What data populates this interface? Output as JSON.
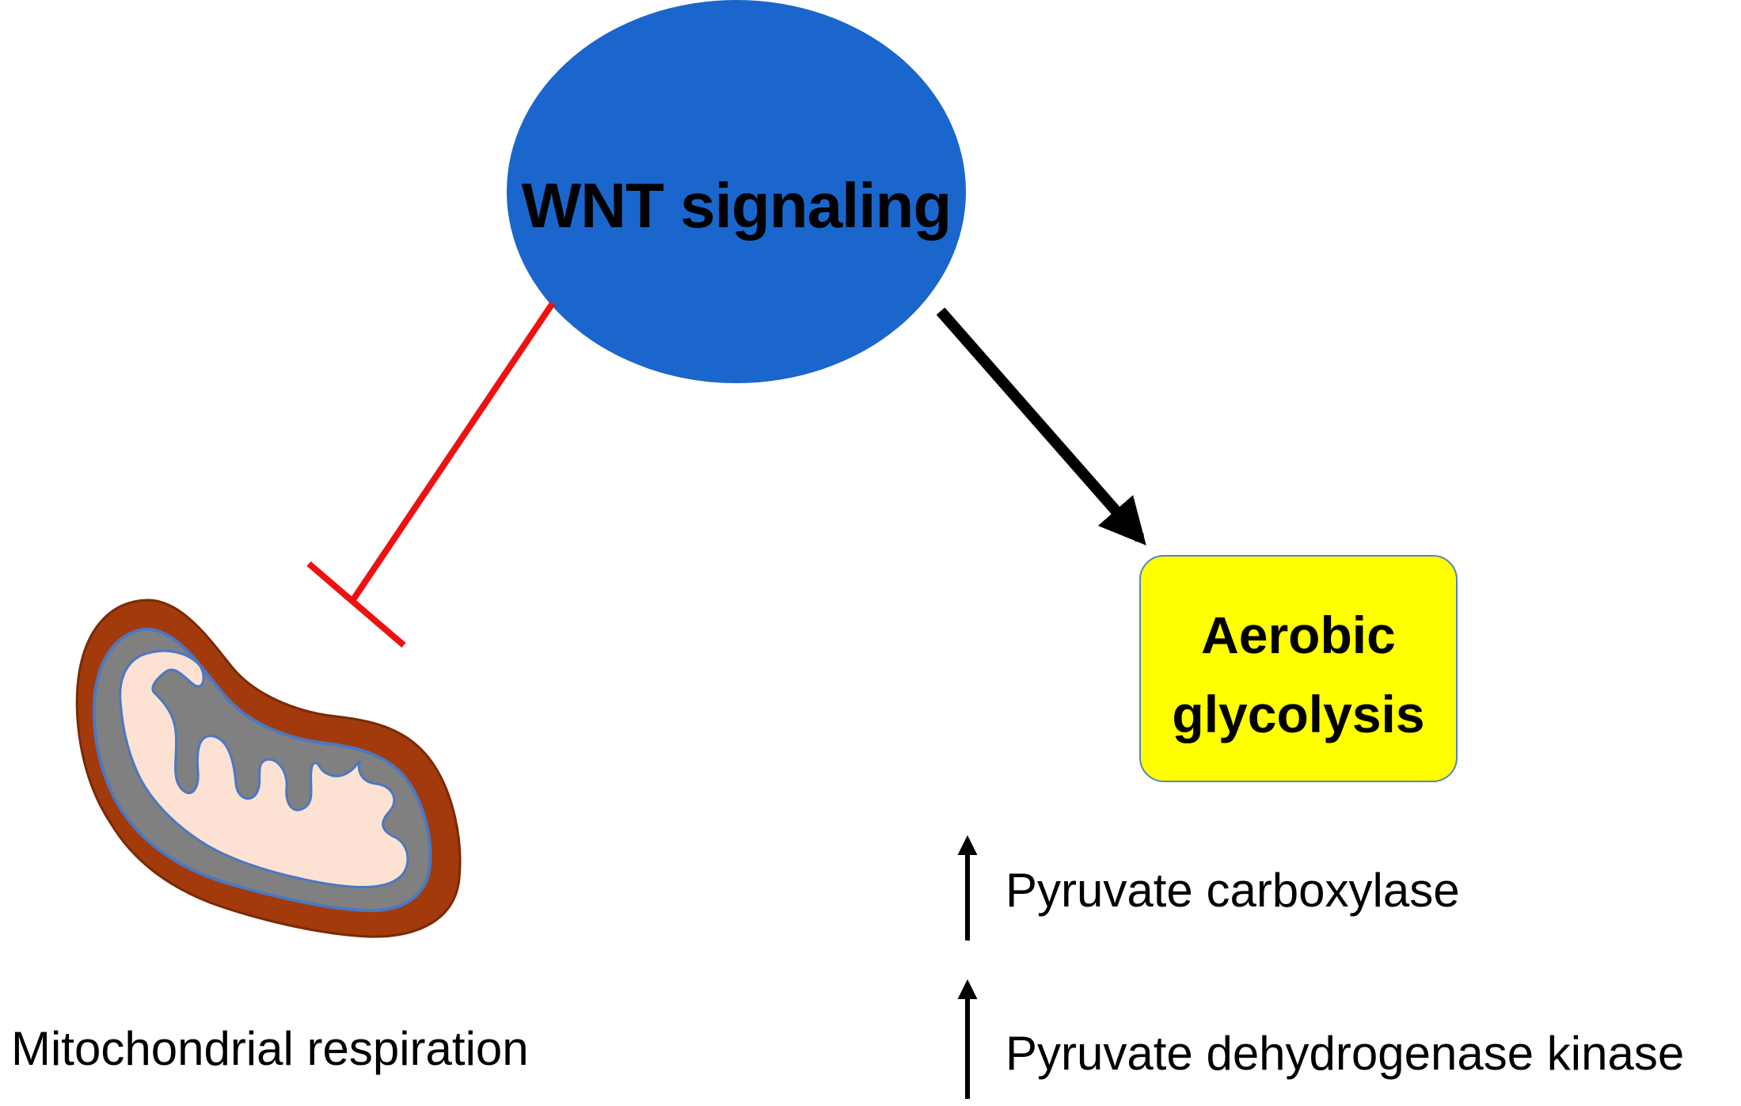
{
  "nodes": {
    "wnt": {
      "label": "WNT signaling",
      "color": "#1a66cc"
    },
    "glycolysis": {
      "label": "Aerobic glycolysis",
      "color": "#ffff00"
    },
    "mitochondrion": {
      "label": "Mitochondrial respiration"
    }
  },
  "edges": [
    {
      "from": "WNT signaling",
      "to": "Mitochondrial respiration",
      "type": "inhibition",
      "color": "#ee1111"
    },
    {
      "from": "WNT signaling",
      "to": "Aerobic glycolysis",
      "type": "activation",
      "color": "#000000"
    }
  ],
  "upregulated": [
    {
      "label": "Pyruvate carboxylase",
      "icon": "up-arrow-icon"
    },
    {
      "label": "Pyruvate dehydrogenase kinase",
      "icon": "up-arrow-icon"
    }
  ],
  "colors": {
    "mito_outer": "#a33a0c",
    "mito_inner": "#808080",
    "mito_matrix": "#fde2d4",
    "mito_membrane": "#4a78c2"
  }
}
